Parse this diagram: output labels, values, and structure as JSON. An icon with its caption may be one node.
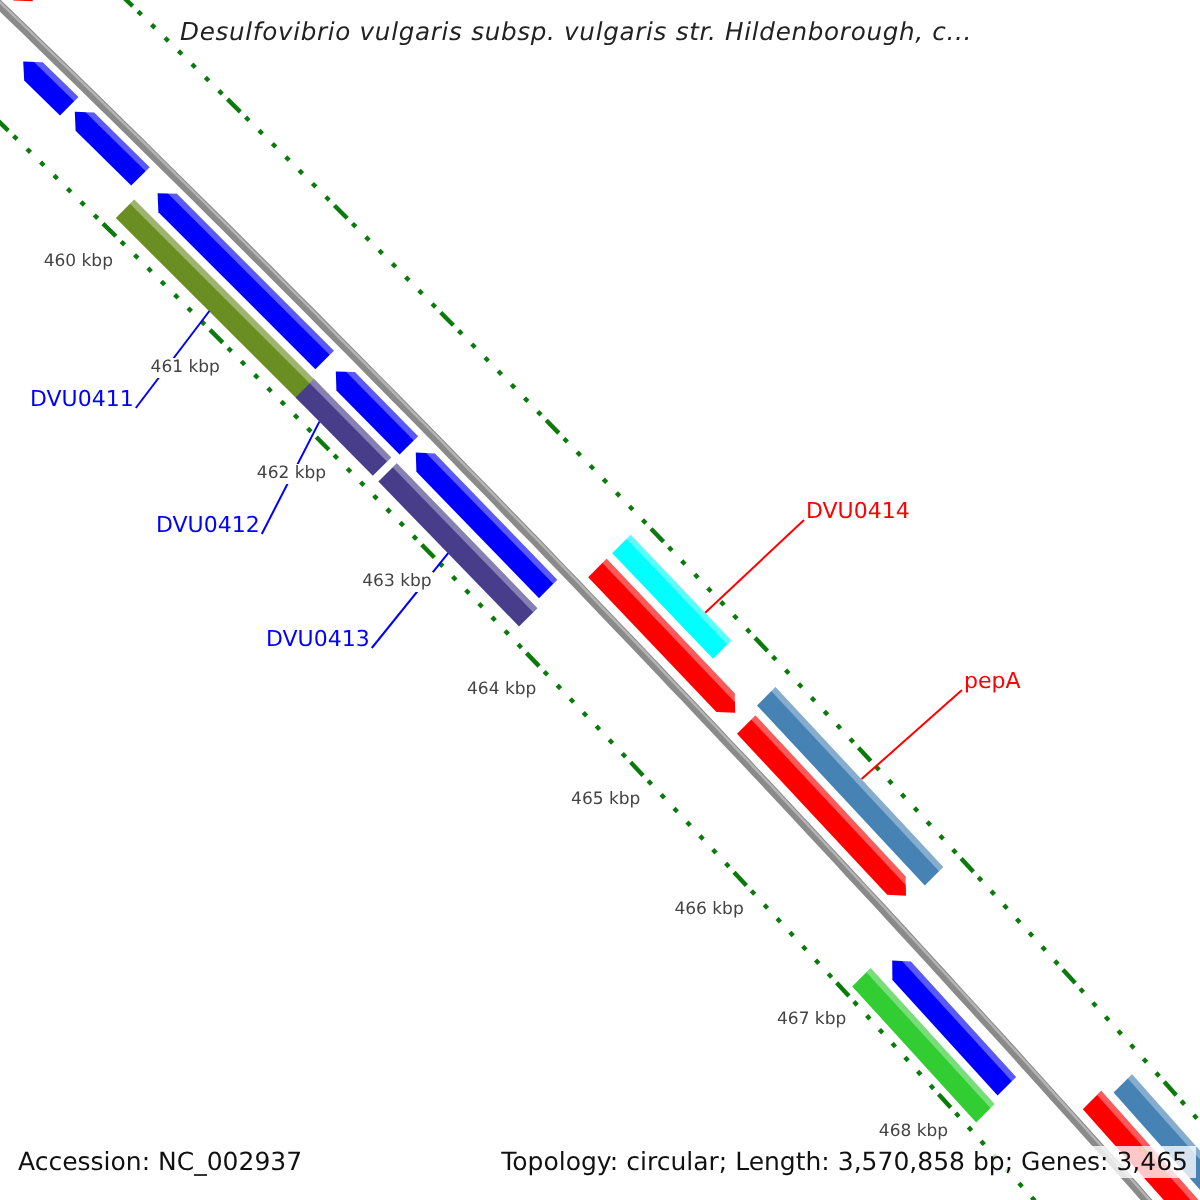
{
  "diagram": {
    "title": "Desulfovibrio vulgaris subsp. vulgaris str. Hildenborough, c...",
    "nodes": [
      {
        "text": [
          "DVU0411"
        ]
      },
      {
        "text": [],
        "shape": "bar"
      },
      {
        "text": [
          "DVU0412"
        ]
      },
      {
        "text": [],
        "shape": "bar"
      },
      {
        "text": [
          "DVU0413"
        ]
      },
      {
        "text": [],
        "shape": "bar"
      },
      {
        "text": [
          "DVU0414"
        ]
      },
      {
        "text": [],
        "shape": "bar"
      },
      {
        "text": [
          "pepA"
        ]
      },
      {
        "text": [],
        "shape": "bar"
      },
      {
        "text": [],
        "shape": "arrow"
      },
      {
        "text": [],
        "shape": "arrow"
      },
      {
        "text": [],
        "shape": "arrow"
      },
      {
        "text": [],
        "shape": "arrow"
      },
      {
        "text": [],
        "shape": "arrow"
      },
      {
        "text": [],
        "shape": "arrow"
      },
      {
        "text": [],
        "shape": "arrow"
      },
      {
        "text": [],
        "shape": "arrow"
      },
      {
        "text": [],
        "shape": "arrow"
      },
      {
        "text": [],
        "shape": "bar"
      },
      {
        "text": [],
        "shape": "arrow"
      },
      {
        "text": [],
        "shape": "bar"
      }
    ],
    "edges": [
      {
        "from": 0,
        "to": 1,
        "arrow": "none"
      },
      {
        "from": 2,
        "to": 3,
        "arrow": "none"
      },
      {
        "from": 4,
        "to": 5,
        "arrow": "none"
      },
      {
        "from": 6,
        "to": 7,
        "arrow": "none",
        "color": "#ff0000"
      },
      {
        "from": 8,
        "to": 9,
        "arrow": "none",
        "color": "#ff0000"
      }
    ],
    "labels": [
      "460 kbp",
      "461 kbp",
      "462 kbp",
      "463 kbp",
      "464 kbp",
      "465 kbp",
      "466 kbp",
      "467 kbp",
      "468 kbp",
      "Accession: NC_002937",
      "Topology: circular; Length: 3,570,858 bp; Genes: 3,465"
    ]
  }
}
